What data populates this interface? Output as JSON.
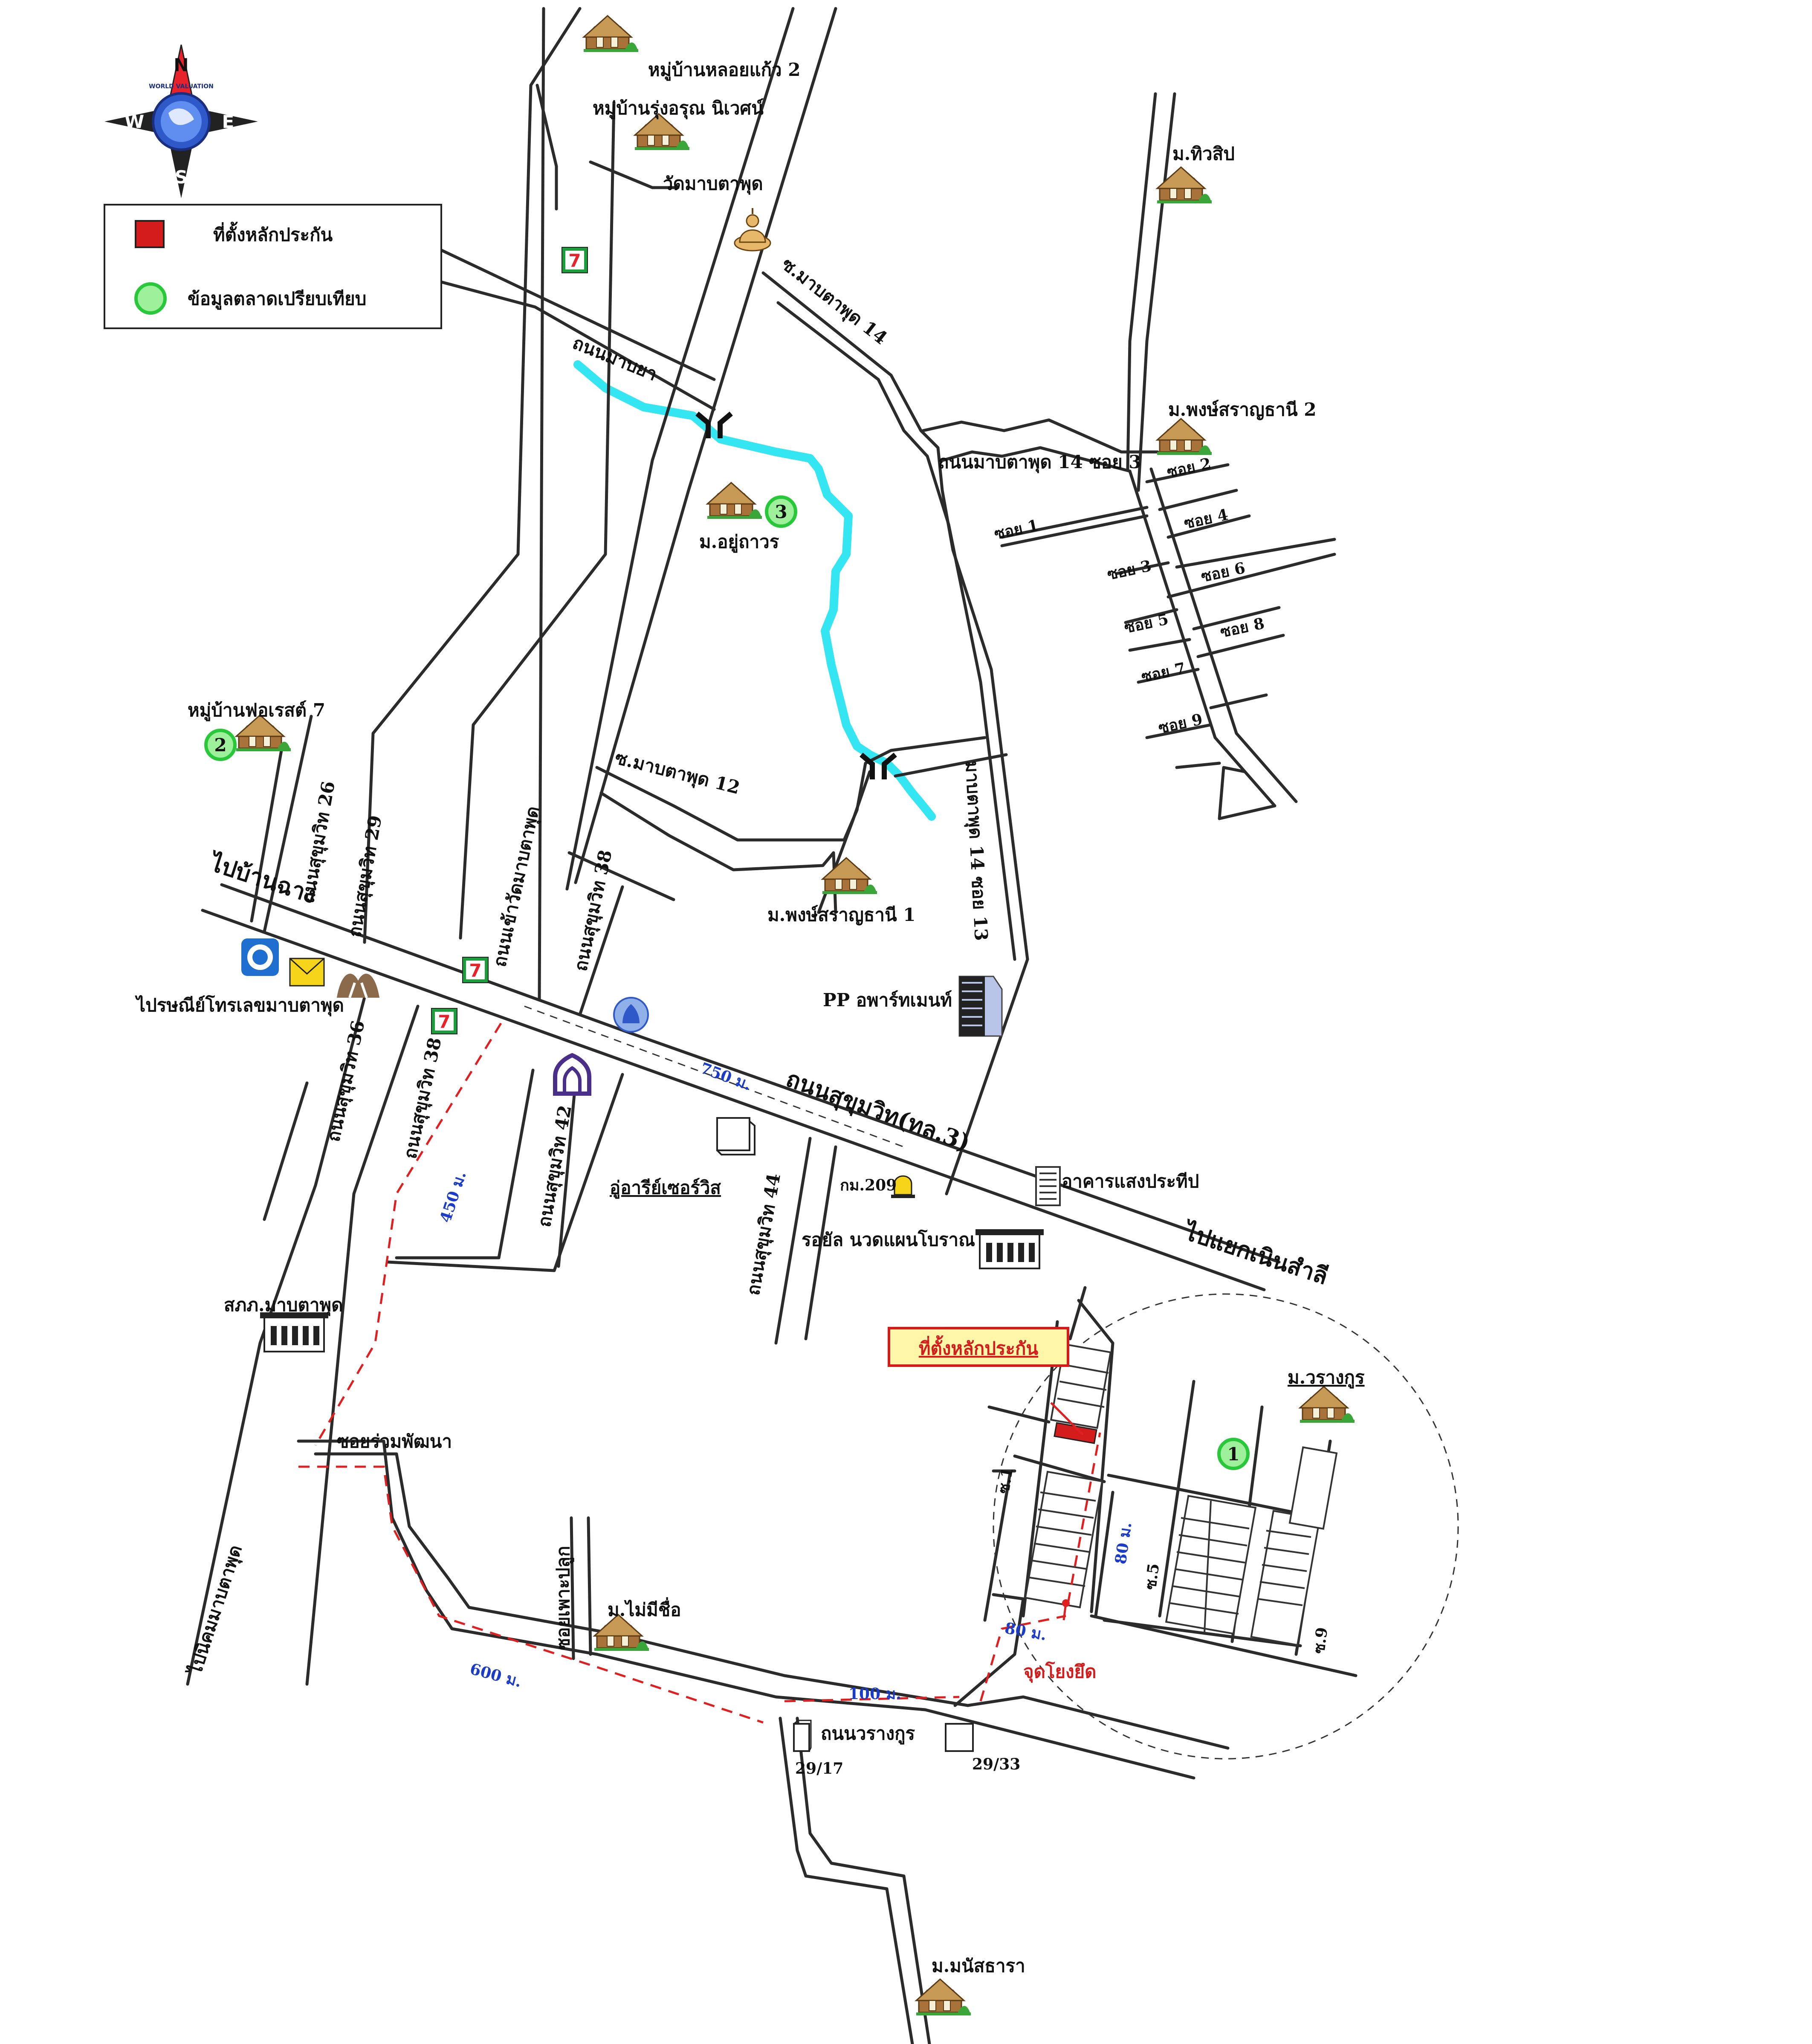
{
  "legend": {
    "collateral": "ที่ตั้งหลักประกัน",
    "market": "ข้อมูลตลาดเปรียบเทียบ"
  },
  "compass": {
    "n": "N",
    "s": "S",
    "e": "E",
    "w": "W",
    "ring": "WORLD VALUATION"
  },
  "villages": {
    "hoi_kaew": "หมู่บ้านหลอยแก้ว 2",
    "rung_arun": "หมู่บ้านรุ่งอรุณ นิเวศน์",
    "thiwasip": "ม.ทิวสิป",
    "phong_2": "ม.พงษ์สราญธานี 2",
    "yu_thawon": "ม.อยู่ถาวร",
    "forest_7": "หมู่บ้านฟอเรสต์ 7",
    "phong_1": "ม.พงษ์สราญธานี 1",
    "warangkun": "ม.วรางกูร",
    "mai_mi_chue": "ม.ไม่มีชื่อ",
    "manatsara": "ม.มนัสธารา"
  },
  "places": {
    "wat": "วัดมาบตาพุด",
    "post": "ไปรษณีย์โทรเลขมาบตาพุด",
    "pp_apartment": "PP อพาร์ทเมนท์",
    "autorizz": "อู่อารีย์เซอร์วิส",
    "km209": "กม.209",
    "saengprathip": "อาคารแสงประทีป",
    "royal_massage": "รอยัล นวดแผนโบราณ",
    "police": "สภภ.มาบตาพุด",
    "collateral_box": "ที่ตั้งหลักประกัน",
    "ref_point": "จุดโยงยึด",
    "h2917": "29/17",
    "h2933": "29/33"
  },
  "roads": {
    "map_ya": "ถนนมาบยา",
    "s_mtp14": "ซ.มาบตาพุด 14",
    "mtp14_s3": "ถนนมาบตาพุด 14 ซอย 3",
    "mtp14_s13": "มาบตาพุด 14 ซอย 13",
    "s_mtp12": "ซ.มาบตาพุด 12",
    "skv26": "ถนนสุขุมวิท 26",
    "skv29": "ถนนสุขุมวิท 29",
    "wat_road": "ถนนเข้าวัดมาบตาพุด",
    "skv38a": "ถนนสุขุมวิท 38",
    "to_ban_chang": "ไปบ้านฉาง",
    "sukhumvit": "ถนนสุขุมวิท(ทล.3)",
    "skv36": "ถนนสุขุมวิท 36",
    "skv38b": "ถนนสุขุมวิท 38",
    "skv42": "ถนนสุขุมวิท 42",
    "skv44": "ถนนสุขุมวิท 44",
    "to_noen_sam_li": "ไปแยกเนินสำลี",
    "soi_ruam": "ซอยร่วมพัฒนา",
    "to_map_ta_phut": "ไปนิคมมาบตาพุด",
    "soi_phrapluk": "ซอยเพาะปลูก",
    "warangkun_rd": "ถนนวรางกูร",
    "s1": "ซ.1",
    "s5": "ซ.5",
    "s9": "ซ.9",
    "soi1": "ซอย 1",
    "soi2": "ซอย 2",
    "soi3": "ซอย 3",
    "soi4": "ซอย 4",
    "soi5": "ซอย 5",
    "soi6": "ซอย 6",
    "soi7": "ซอย 7",
    "soi8": "ซอย 8",
    "soi9": "ซอย 9"
  },
  "distances": {
    "d750": "750 ม.",
    "d450": "450 ม.",
    "d600": "600 ม.",
    "d100": "100 ม.",
    "d80a": "80 ม.",
    "d80b": "80 ม."
  },
  "markers": {
    "m1": "1",
    "m2": "2",
    "m3": "3"
  },
  "colors": {
    "river": "#33e6f2",
    "collateral": "#d41c1c",
    "market": "#28c83a",
    "distance": "#1a3cc8"
  }
}
